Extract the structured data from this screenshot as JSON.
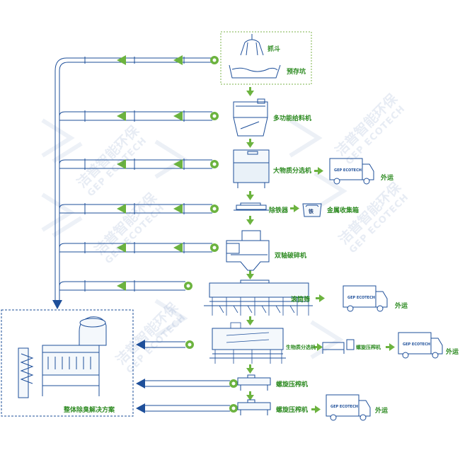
{
  "labels": {
    "grab": "抓斗",
    "pit": "预存坑",
    "feeder": "多功能给料机",
    "sorter": "大物质分选机",
    "iron_remover": "除铁器",
    "metal_box": "金属收集箱",
    "metal_box_icon": "铁",
    "shredder": "双轴破碎机",
    "drum_screen": "滚筒筛",
    "organic_sorter": "生物质分选机",
    "screw_press_small": "螺旋压榨机",
    "screw_press_1": "螺旋压榨机",
    "screw_press_2": "螺旋压榨机",
    "deodor": "整体除臭解决方案",
    "out1": "外运",
    "out2": "外运",
    "out3": "外运",
    "out4": "外运"
  },
  "watermark": {
    "cn": "洁普智能环保",
    "en": "GEP ECOTECH"
  },
  "truck_logo": "GEP ECOTECH",
  "colors": {
    "pipe": "#1e4f9a",
    "arrow_green": "#6cb33f",
    "text_green": "#2e8b22",
    "frame_green": "#7bb34a",
    "frame_blue": "#1e4f9a"
  }
}
